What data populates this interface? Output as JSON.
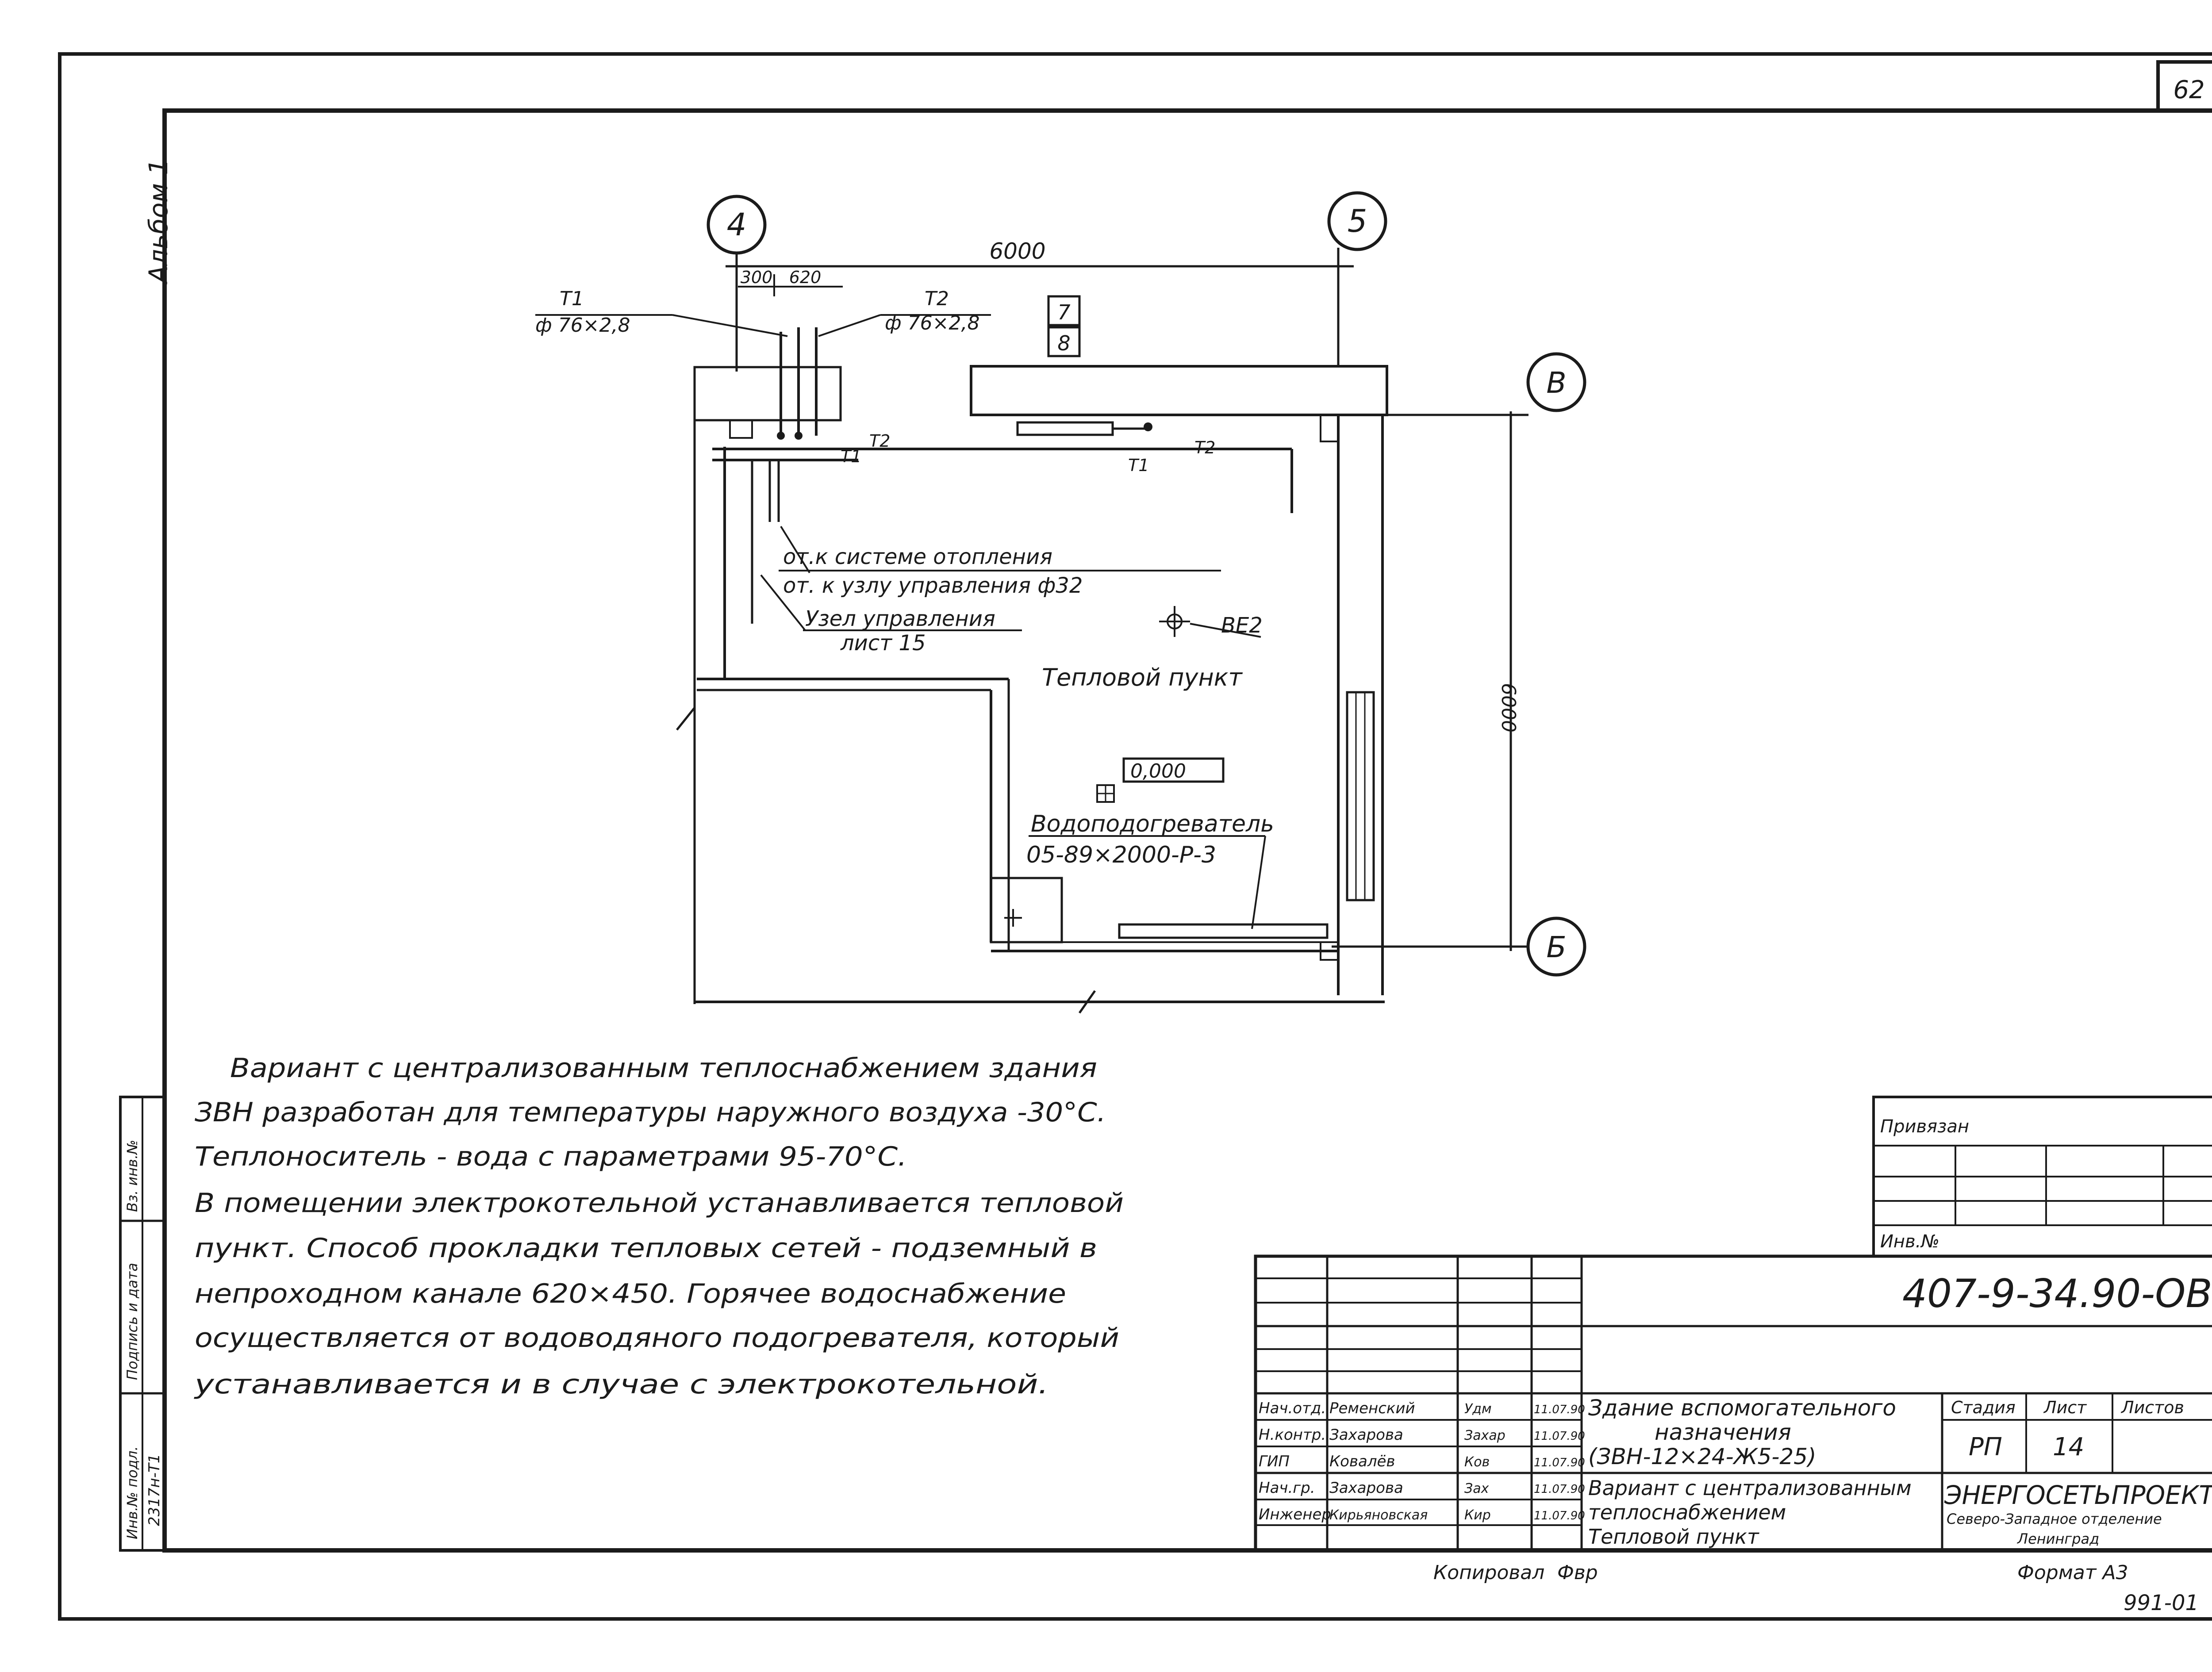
{
  "sheet": {
    "page_number": "62",
    "album_label": "Альбом 1",
    "copied_by": "Копировал",
    "copier_mark": "Фвр",
    "format": "Формат А3",
    "archive_number": "991-01"
  },
  "plan": {
    "axes": {
      "a4": "4",
      "a5": "5",
      "aV": "В",
      "aB": "Б"
    },
    "dims": {
      "horizontal": "6000",
      "vertical": "6000",
      "d300": "300",
      "d620": "620"
    },
    "pipes": {
      "t1_label": "Т1",
      "t1_size": "ф 76×2,8",
      "t2_label": "Т2",
      "t2_size": "ф 76×2,8",
      "line_t2": "Т2",
      "line_t1": "Т1"
    },
    "box_7": "7",
    "box_8": "8",
    "callouts": {
      "heating": "от.к системе отопления",
      "control_node_branch": "от. к узлу управления ф32",
      "control_node": "Узел управления",
      "control_sheet": "лист 15",
      "be2": "ВЕ2",
      "room_name": "Тепловой пункт",
      "elevation": "0,000",
      "heater": "Водоподогреватель",
      "heater_model": "05-89×2000-Р-3"
    }
  },
  "notes": [
    "Вариант с централизованным теплоснабжением здания",
    "ЗВН разработан для температуры наружного воздуха -30°С.",
    "Теплоноситель - вода с параметрами 95-70°С.",
    "В помещении электрокотельной устанавливается тепловой",
    "пункт. Способ прокладки тепловых сетей - подземный в",
    "непроходном канале 620×450. Горячее водоснабжение",
    "осуществляется от водоводяного подогревателя, который",
    "устанавливается и в случае с электрокотельной."
  ],
  "side_stamp": {
    "inv_orig": "Инв.№ подл.",
    "inv_orig_value": "2317н-Т1",
    "sign_date": "Подпись и дата",
    "replaced_inv": "Вз. инв.№"
  },
  "binding_block": {
    "title": "Привязан",
    "inv_label": "Инв.№"
  },
  "title_block": {
    "code": "407-9-34.90-ОВ",
    "object_title": [
      "Здание вспомогательного",
      "назначения",
      "(ЗВН-12×24-Ж5-25)"
    ],
    "sheet_title": [
      "Вариант с централизованным",
      "теплоснабжением",
      "Тепловой пункт"
    ],
    "stage_header": "Стадия",
    "sheet_header": "Лист",
    "sheets_header": "Листов",
    "stage": "РП",
    "sheet_no": "14",
    "org_name": "ЭНЕРГОСЕТЬПРОЕКТ",
    "org_sub": [
      "Северо-Западное отделение",
      "Ленинград"
    ],
    "staff": [
      {
        "role": "Нач.отд.",
        "name": "Ременский",
        "sign": "Удм",
        "date": "11.07.90"
      },
      {
        "role": "Н.контр.",
        "name": "Захарова",
        "sign": "Захар",
        "date": "11.07.90"
      },
      {
        "role": "ГИП",
        "name": "Ковалёв",
        "sign": "Ков",
        "date": "11.07.90"
      },
      {
        "role": "Нач.гр.",
        "name": "Захарова",
        "sign": "Зах",
        "date": "11.07.90"
      },
      {
        "role": "Инженер",
        "name": "Кирьяновская",
        "sign": "Кир",
        "date": "11.07.90"
      }
    ]
  }
}
